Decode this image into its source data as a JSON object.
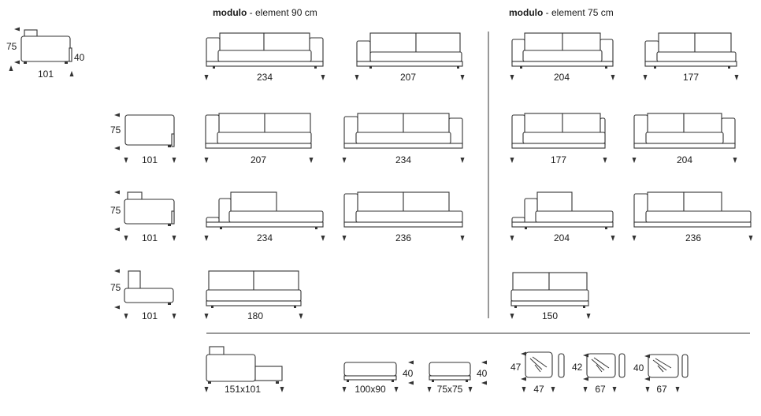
{
  "headers": {
    "left": {
      "bold": "modulo",
      "rest": " - element 90 cm"
    },
    "right": {
      "bold": "modulo",
      "rest": " - element 75 cm"
    }
  },
  "legend": {
    "height": "75",
    "seat": "40",
    "depth": "101"
  },
  "rows": {
    "r1": {
      "d1": "234",
      "d2": "207",
      "d3": "204",
      "d4": "177"
    },
    "r2": {
      "h": "75",
      "depth": "101",
      "d1": "207",
      "d2": "234",
      "d3": "177",
      "d4": "204"
    },
    "r3": {
      "h": "75",
      "depth": "101",
      "d1": "234",
      "d2": "236",
      "d3": "204",
      "d4": "236"
    },
    "r4": {
      "h": "75",
      "depth": "101",
      "d1": "180",
      "d3": "150"
    }
  },
  "accessories": {
    "chaise": "151x101",
    "pouf_large": {
      "w": "100x90",
      "h": "40"
    },
    "pouf_small": {
      "w": "75x75",
      "h": "40"
    },
    "cushions": [
      {
        "h": "47",
        "w": "47"
      },
      {
        "h": "42",
        "w": "67"
      },
      {
        "h": "40",
        "w": "67"
      }
    ]
  },
  "icons": [
    "sofa-outline-icon",
    "cushion-icon",
    "dimension-arrow-icon"
  ]
}
